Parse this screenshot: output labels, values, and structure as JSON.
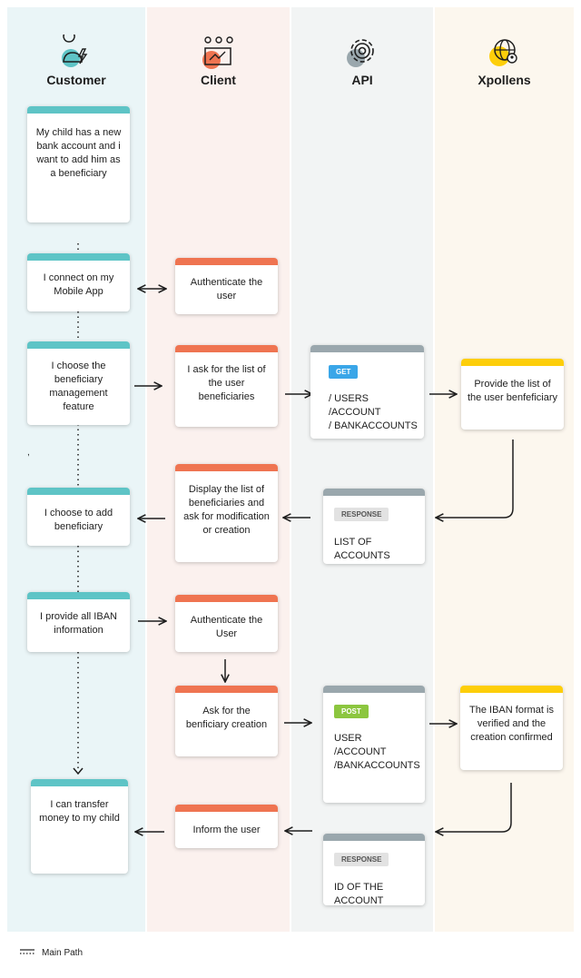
{
  "lanes": [
    {
      "title": "Customer",
      "color": "#eaf5f7",
      "icon": "customer-icon"
    },
    {
      "title": "Client",
      "color": "#fbf1ee",
      "icon": "client-icon"
    },
    {
      "title": "API",
      "color": "#f2f4f4",
      "icon": "api-gear-icon"
    },
    {
      "title": "Xpollens",
      "color": "#fcf7ee",
      "icon": "xpollens-globe-icon"
    }
  ],
  "cards": {
    "c1": "My child has a new bank account and i want to add him as a beneficiary",
    "c2": "I connect on my Mobile App",
    "c3": "I choose the beneficiary management feature",
    "c4": "I choose to add beneficiary",
    "c5": "I provide all IBAN information",
    "c6": "I can transfer money to my child",
    "k1": "Authenticate the user",
    "k2": "I ask for the list of the user beneficiaries",
    "k3": "Display the list of beneficiaries and ask for modification or creation",
    "k4": "Authenticate the User",
    "k5": "Ask for the benficiary creation",
    "k6": "Inform the user",
    "a1_badge": "GET",
    "a1_l1": "/ USERS",
    "a1_l2": "/ACCOUNT",
    "a1_l3": "/ BANKACCOUNTS",
    "a2_badge": "RESPONSE",
    "a2_l1": "LIST OF",
    "a2_l2": "ACCOUNTS",
    "a3_badge": "POST",
    "a3_l1": "USER",
    "a3_l2": "/ACCOUNT",
    "a3_l3": "/BANKACCOUNTS",
    "a4_badge": "RESPONSE",
    "a4_l1": "ID OF THE ACCOUNT",
    "x1": "Provide the list of the user benfeficiary",
    "x2": "The IBAN format is verified and the creation confirmed"
  },
  "stray_mark": ",",
  "legend": {
    "label": "Main Path"
  },
  "colors": {
    "teal": "#5ec4c6",
    "orange": "#ef7451",
    "gray": "#9aa7ad",
    "yellow": "#fdce0a",
    "get_badge": "#3aa6e8",
    "post_badge": "#8cc63f",
    "response_badge": "#e2e2e2"
  }
}
